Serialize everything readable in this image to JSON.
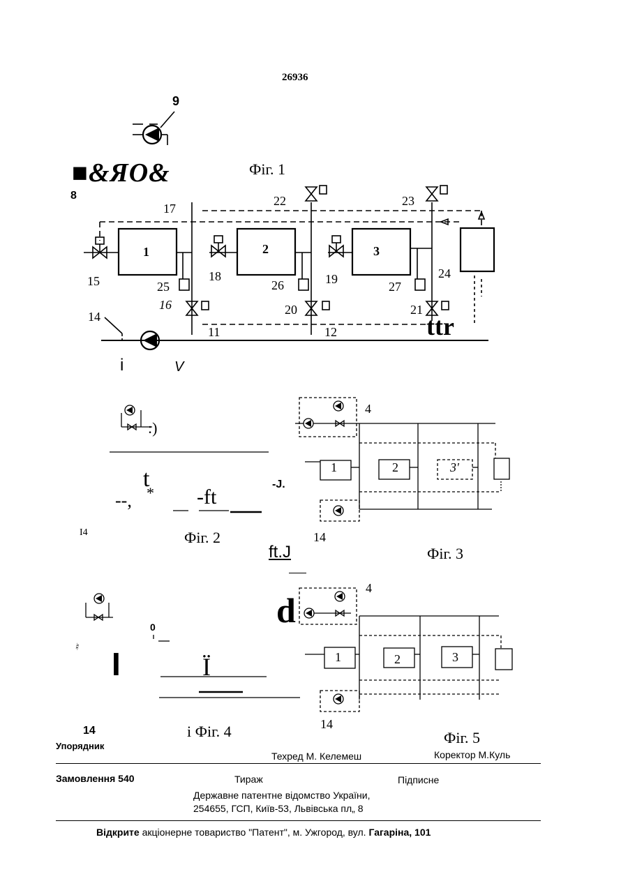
{
  "header": {
    "patent_number": "26936"
  },
  "fig1": {
    "caption": "Фіг. 1",
    "garble": "■&ЯО&",
    "labels": {
      "n9": "9",
      "n8": "8",
      "n17": "17",
      "n22": "22",
      "n23": "23",
      "n1": "1",
      "n2": "2",
      "n3": "3",
      "n15": "15",
      "n18": "18",
      "n19": "19",
      "n24": "24",
      "n25": "25",
      "n26": "26",
      "n27": "27",
      "n16": "16",
      "n20": "20",
      "n21": "21",
      "n14": "14",
      "n11": "11",
      "n12": "12",
      "ttr": "ttr",
      "i": "i",
      "v": "V"
    }
  },
  "fig2": {
    "caption": "Фіг. 2",
    "labels": {
      "n14": "I4",
      "t": "t",
      "star": "*",
      "dashes": "--,",
      "ft": "-ft",
      "j": "-J.",
      "paren": ":)"
    }
  },
  "fig3": {
    "caption": "Фіг. 3",
    "labels": {
      "n4": "4",
      "n1": "1",
      "n2": "2",
      "n3": "3'",
      "n14": "14",
      "ftj": "ft.J"
    }
  },
  "fig4": {
    "caption": "і Фіг. 4",
    "labels": {
      "n0": "0",
      "n6": "♮",
      "bar": "I",
      "i_uml": "Ï",
      "n14": "14",
      "d": "d"
    }
  },
  "fig5": {
    "caption": "Фіг. 5",
    "labels": {
      "n4": "4",
      "n1": "1",
      "n2": "2",
      "n3": "3",
      "n14": "14"
    }
  },
  "footer": {
    "compiler": "Упорядник",
    "techred": "Техред М. Келемеш",
    "corrector": "Коректор М.Куль",
    "order": "Замовлення 540",
    "circulation": "Тираж",
    "subscription": "Підписне",
    "office_line1": "Державне патентне відомство України,",
    "office_line2": "254655, ГСП, Київ-53, Львівська пл„ 8",
    "pub_bold1": "Відкрите",
    "pub_middle": " акціонерне товариство \"Патент\", м. Ужгород, вул. ",
    "pub_bold2": "Гагаріна, 101"
  }
}
